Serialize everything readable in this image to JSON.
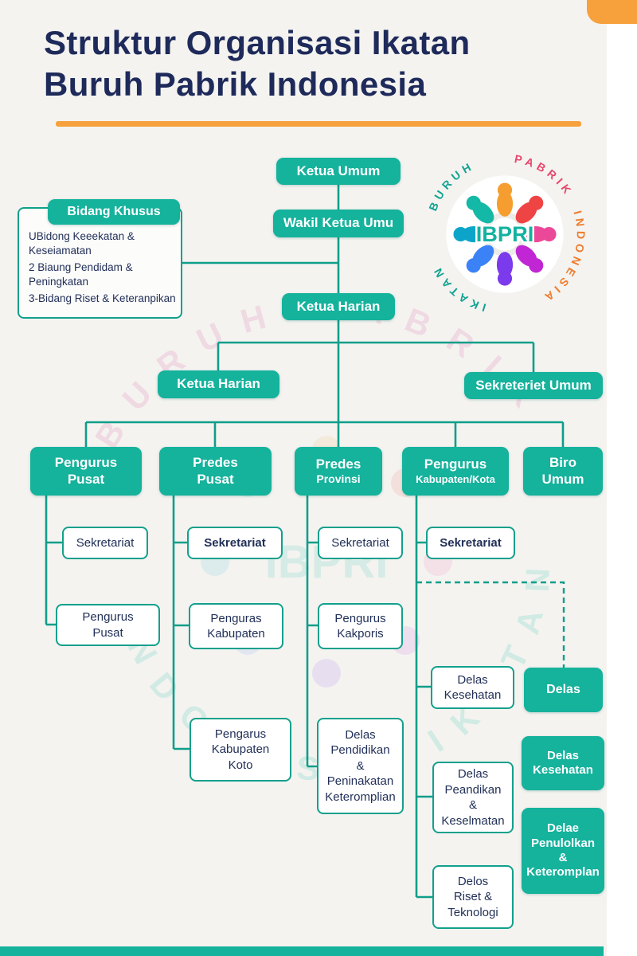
{
  "header": {
    "title_line1": "Struktur Organisasi Ikatan",
    "title_line2": "Buruh Pabrik Indonesia"
  },
  "logo": {
    "center_text": "IBPRI",
    "arc_buruh": "BURUH",
    "arc_pabrik": "PABRIK",
    "arc_indonesia": "INDONESIA",
    "arc_ikatan": "IKATAN"
  },
  "watermark": {
    "arc_top": "BURUH PABRIK",
    "arc_bottom": "INDONESIA IKATAN",
    "center_text": "IBPRI"
  },
  "colors": {
    "teal": "#15b29c",
    "navy": "#1e2a5a",
    "orange": "#f6a13c"
  },
  "org": {
    "ketua_umum": "Ketua Umum",
    "wakil_ketua_umum": "Wakil Ketua Umu",
    "ketua_harian_top": "Ketua Harian",
    "bidang_khusus": {
      "title": "Bidang Khusus",
      "items": [
        "UBidong Keeekatan &\nKeseiamatan",
        "2 Biaung Pendidam &\nPeningkatan",
        "3-Bidang Riset & Keteranpikan"
      ]
    },
    "ketua_harian_left": "Ketua Harian",
    "sekreteriet_umum": "Sekreteriet Umum",
    "row3": {
      "pengurus_pusat": "Pengurus\nPusat",
      "predes_pusat": "Predes\nPusat",
      "predes_provinsi_title": "Predes",
      "predes_provinsi_sub": "Provinsi",
      "pengurus_kabupaten_title": "Pengurus",
      "pengurus_kabupaten_sub": "Kabupaten/Kota",
      "biro_umum": "Biro\nUmum"
    },
    "col1": {
      "sekretariat": "Sekretariat",
      "pengurus_pusat": "Pengurus\nPusat"
    },
    "col2": {
      "sekretariat": "Sekretariat",
      "penguras_kabupaten": "Penguras\nKabupaten",
      "pengarus_kabupaten_koto": "Pengarus\nKabupaten\nKoto"
    },
    "col3": {
      "sekretariat": "Sekretariat",
      "pengurus_kakporis": "Pengurus\nKakporis",
      "delas_pendidikan": "Delas\nPendidikan\n&\nPeninakatan\nKeteromplian"
    },
    "col4": {
      "sekretariat": "Sekretariat",
      "delas_kesehatan": "Delas\nKesehatan",
      "delas_peandikan": "Delas\nPeandikan\n&\nKeselmatan",
      "delos_riset": "Delos\nRiset &\nTeknologi"
    },
    "col5": {
      "delas": "Delas",
      "delas_kesehatan": "Delas\nKesehatan",
      "delae_penulolkan": "Delae\nPenulolkan\n&\nKeteromplan"
    }
  }
}
